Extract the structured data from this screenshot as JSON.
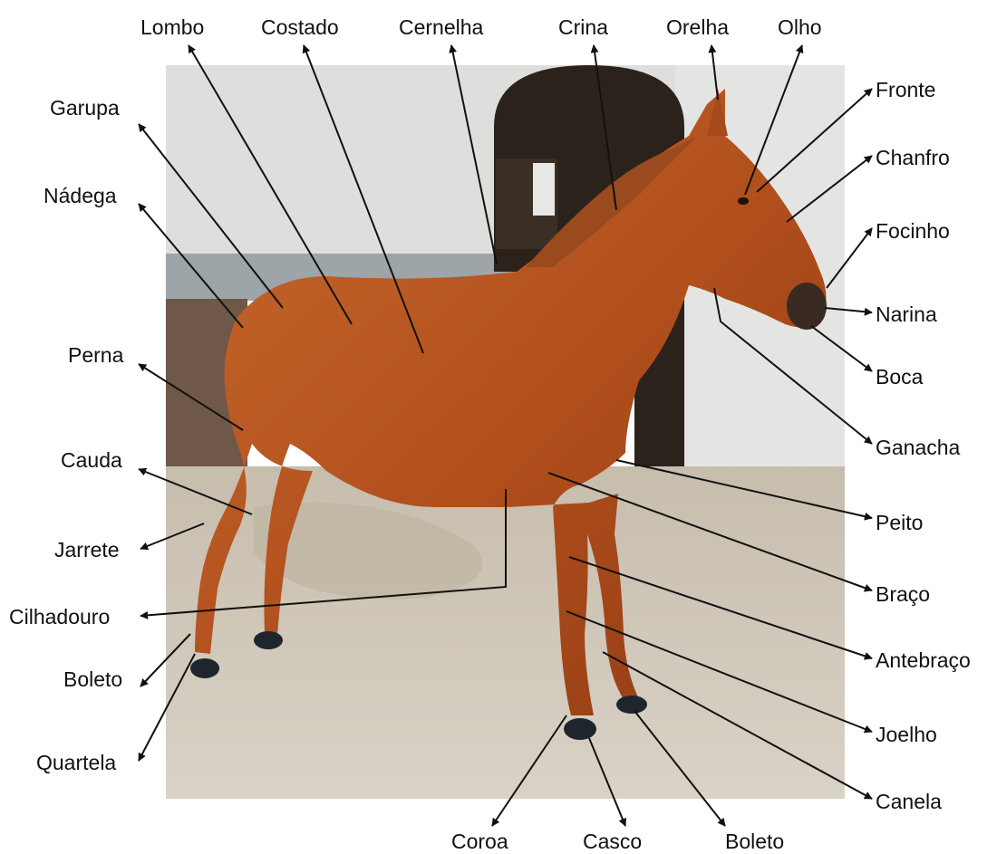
{
  "labels": {
    "lombo": "Lombo",
    "costado": "Costado",
    "cernelha": "Cernelha",
    "crina": "Crina",
    "orelha": "Orelha",
    "olho": "Olho",
    "fronte": "Fronte",
    "chanfro": "Chanfro",
    "focinho": "Focinho",
    "narina": "Narina",
    "boca": "Boca",
    "ganacha": "Ganacha",
    "peito": "Peito",
    "braco": "Braço",
    "antebraco": "Antebraço",
    "joelho": "Joelho",
    "canela": "Canela",
    "boleto_bottom": "Boleto",
    "casco": "Casco",
    "coroa": "Coroa",
    "garupa": "Garupa",
    "nadega": "Nádega",
    "perna": "Perna",
    "cauda": "Cauda",
    "jarrete": "Jarrete",
    "cilhadouro": "Cilhadouro",
    "boleto_left": "Boleto",
    "quartela": "Quartela"
  },
  "colors": {
    "coat": "#b5521f",
    "coat_dark": "#8a3a14",
    "wall": "#dcdedd",
    "wall_lower": "#9aa2a6",
    "floor": "#cfc6b8",
    "doorway": "#2a211b",
    "hoof": "#20262e",
    "line": "#111111"
  }
}
